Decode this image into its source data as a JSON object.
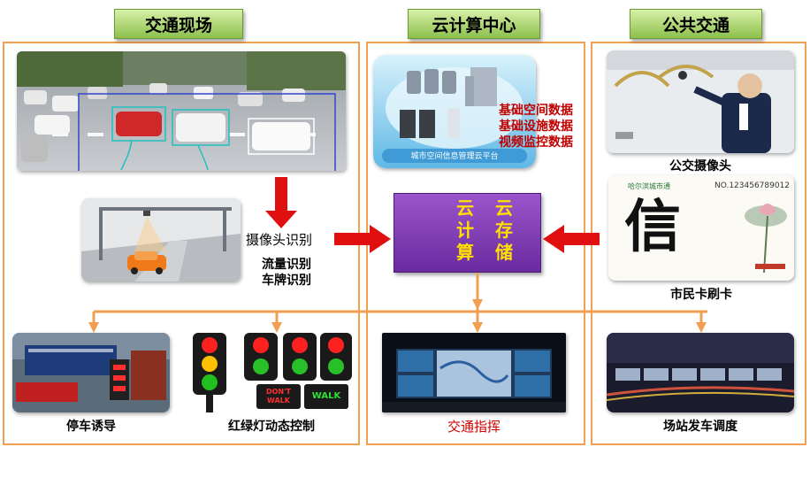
{
  "sections": {
    "left": "交通现场",
    "middle": "云计算中心",
    "right": "公共交通"
  },
  "left": {
    "camera_recognition": "摄像头识别",
    "flow_recognition": "流量识别",
    "plate_recognition": "车牌识别",
    "parking_guidance": "停车诱导",
    "traffic_light_control": "红绿灯动态控制",
    "light_signs": {
      "dont": "DON'T",
      "walk_lower": "WALK",
      "walk": "WALK"
    }
  },
  "middle": {
    "platform_label": "城市空间信息管理云平台",
    "data_items": [
      "基础空间数据",
      "基础设施数据",
      "视频监控数据"
    ],
    "cloud_cols": [
      [
        "云",
        "计",
        "算"
      ],
      [
        "云",
        "存",
        "储"
      ]
    ],
    "traffic_command": "交通指挥"
  },
  "right": {
    "bus_camera": "公交摄像头",
    "card_name": "哈尔滨城市通",
    "card_number": "NO.123456789012",
    "card_big_char": "信",
    "citizen_card": "市民卡刷卡",
    "station_dispatch": "场站发车调度"
  },
  "colors": {
    "panel_border": "#f0a050",
    "red_arrow": "#e01010",
    "orange_arrow": "#f0a050",
    "cloud_box": "#7a3ab4",
    "cloud_text": "#ffe000",
    "data_text": "#c00000"
  }
}
